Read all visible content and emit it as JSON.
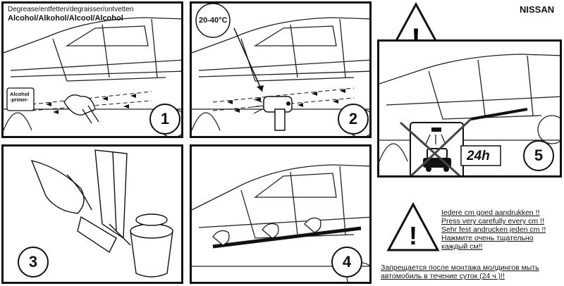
{
  "brand": "NISSAN",
  "panel1": {
    "step": "1",
    "title_line1": "Degrease/entfetten/degraisser/ontvetten",
    "title_line2": "Alcohol/Alkohol/Alcool/Alcohol",
    "bottle_label_line1": "Alcohol",
    "bottle_label_line2": "-primer-"
  },
  "panel2": {
    "step": "2",
    "temperature": "20-40°C"
  },
  "panel3": {
    "step": "3"
  },
  "panel4": {
    "step": "4"
  },
  "panel5": {
    "step": "5",
    "wait_time": "24h"
  },
  "warning": {
    "lines": [
      "Iedere cm goed aandrukken !!",
      "Press very carefully every cm !!",
      "Sehr fest andrucken jeden cm !!",
      "Нажмите очень тщательно",
      "каждый см!!"
    ],
    "footer_line1": "Запрещается после монтажа молдингов мыть",
    "footer_line2": "автомобиль в течение суток (24 ч )!!"
  }
}
